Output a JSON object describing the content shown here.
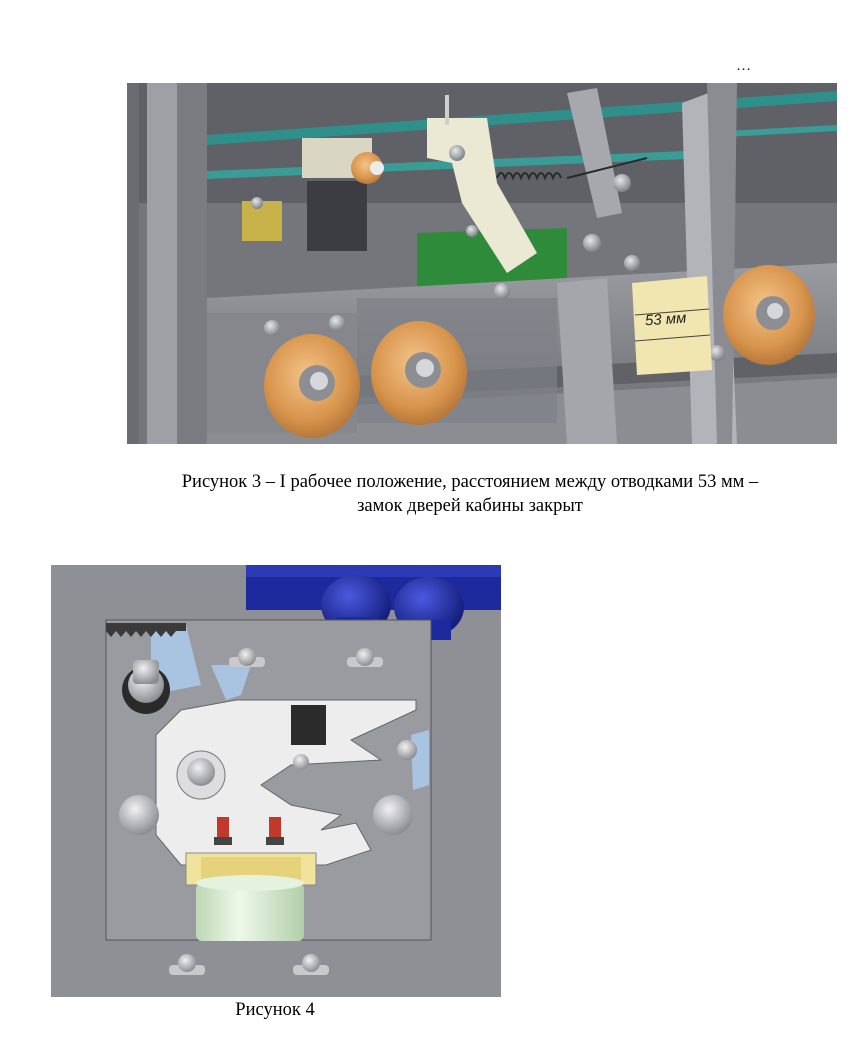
{
  "page": {
    "page_number": "…"
  },
  "figure3": {
    "dimension_label": "53 мм",
    "caption_line1": "Рисунок 3 – I рабочее положение, расстоянием между отводками 53 мм –",
    "caption_line2": "замок дверей кабины закрыт"
  },
  "figure4": {
    "caption": "Рисунок 4"
  },
  "colors": {
    "frame_gray": "#8a8c92",
    "roller_orange": "#e0a262",
    "rail_teal": "#2f8f8a",
    "board_green": "#2e8b3a",
    "lock_blue": "#1c2a9e",
    "coil_green": "#d9efd2"
  }
}
